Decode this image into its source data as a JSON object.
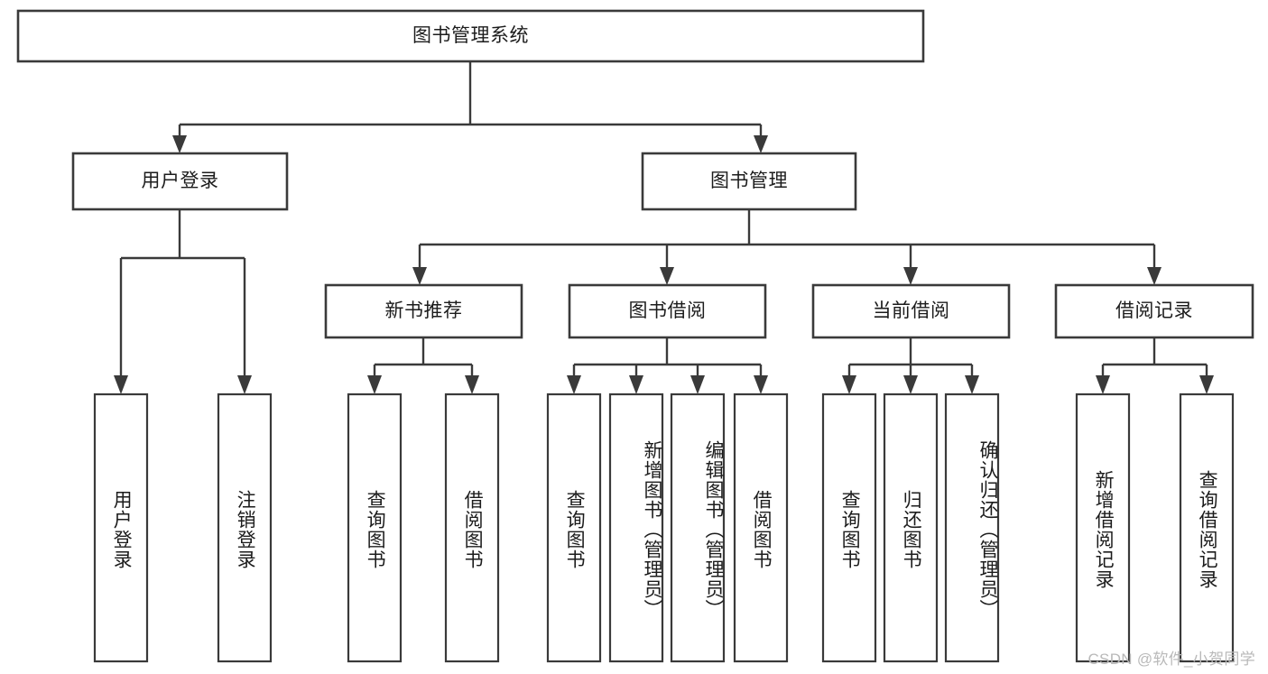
{
  "diagram": {
    "type": "tree-hierarchy-flowchart",
    "title": "图书管理系统",
    "orientation": "top-down",
    "colors": {
      "box_stroke": "#3a3a3a",
      "box_fill": "#ffffff",
      "connector": "#3a3a3a",
      "text": "#1c1c1c",
      "background": "#ffffff",
      "watermark": "#b9b9b9"
    },
    "levels": {
      "level1": [
        "图书管理系统"
      ],
      "level2": [
        "用户登录",
        "图书管理"
      ],
      "level3": [
        "新书推荐",
        "图书借阅",
        "当前借阅",
        "借阅记录"
      ],
      "level4": [
        "用户登录",
        "注销登录",
        "查询图书",
        "借阅图书",
        "查询图书",
        "新增图书（管理员）",
        "编辑图书（管理员）",
        "借阅图书",
        "查询图书",
        "归还图书",
        "确认归还（管理员）",
        "新增借阅记录",
        "查询借阅记录"
      ]
    },
    "nodes": {
      "root": {
        "label": "图书管理系统"
      },
      "user_login": {
        "label": "用户登录"
      },
      "book_manage": {
        "label": "图书管理"
      },
      "new_book_rec": {
        "label": "新书推荐"
      },
      "book_borrow": {
        "label": "图书借阅"
      },
      "current_borrow": {
        "label": "当前借阅"
      },
      "borrow_record": {
        "label": "借阅记录"
      },
      "leaf_user_login": {
        "label": "用户登录"
      },
      "leaf_logout": {
        "label": "注销登录"
      },
      "leaf_query_book_a": {
        "label": "查询图书"
      },
      "leaf_borrow_book_a": {
        "label": "借阅图书"
      },
      "leaf_query_book_b": {
        "label": "查询图书"
      },
      "leaf_add_book": {
        "label": "新增图书（管理员）"
      },
      "leaf_edit_book": {
        "label": "编辑图书（管理员）"
      },
      "leaf_borrow_book_b": {
        "label": "借阅图书"
      },
      "leaf_query_book_c": {
        "label": "查询图书"
      },
      "leaf_return_book": {
        "label": "归还图书"
      },
      "leaf_confirm_return": {
        "label": "确认归还（管理员）"
      },
      "leaf_add_record": {
        "label": "新增借阅记录"
      },
      "leaf_query_record": {
        "label": "查询借阅记录"
      }
    },
    "edges": [
      {
        "from": "图书管理系统",
        "to": "用户登录"
      },
      {
        "from": "图书管理系统",
        "to": "图书管理"
      },
      {
        "from": "用户登录",
        "to": "用户登录"
      },
      {
        "from": "用户登录",
        "to": "注销登录"
      },
      {
        "from": "图书管理",
        "to": "新书推荐"
      },
      {
        "from": "图书管理",
        "to": "图书借阅"
      },
      {
        "from": "图书管理",
        "to": "当前借阅"
      },
      {
        "from": "图书管理",
        "to": "借阅记录"
      },
      {
        "from": "新书推荐",
        "to": "查询图书"
      },
      {
        "from": "新书推荐",
        "to": "借阅图书"
      },
      {
        "from": "图书借阅",
        "to": "查询图书"
      },
      {
        "from": "图书借阅",
        "to": "新增图书（管理员）"
      },
      {
        "from": "图书借阅",
        "to": "编辑图书（管理员）"
      },
      {
        "from": "图书借阅",
        "to": "借阅图书"
      },
      {
        "from": "当前借阅",
        "to": "查询图书"
      },
      {
        "from": "当前借阅",
        "to": "归还图书"
      },
      {
        "from": "当前借阅",
        "to": "确认归还（管理员）"
      },
      {
        "from": "借阅记录",
        "to": "新增借阅记录"
      },
      {
        "from": "借阅记录",
        "to": "查询借阅记录"
      }
    ]
  },
  "watermark": {
    "text": "CSDN @软件_小贺同学"
  }
}
